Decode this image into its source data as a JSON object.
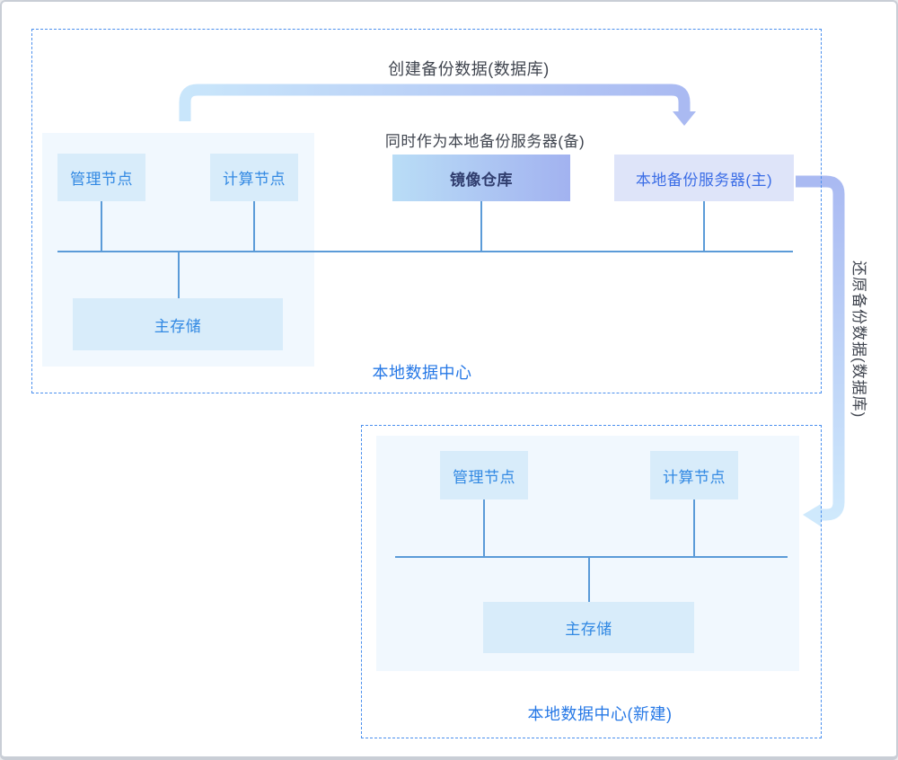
{
  "theme": {
    "canvas_bg": "#ffffff",
    "frame_border": "#c9ced6",
    "dashed_border": "#4a8fee",
    "panel_bg": "#f1f8fe",
    "node_bg": "#d8ecfa",
    "node_text": "#3289e3",
    "lavender_bg": "#dee4f9",
    "lavender_text": "#3b6de6",
    "repo_grad_from": "#b9ddf6",
    "repo_grad_to": "#a2b2f0",
    "repo_text": "#303d6e",
    "bus_line": "#5b9bd8",
    "caption_text": "#40454f",
    "dc_label_text": "#2678e6",
    "create_grad_from": "#c9e6fb",
    "create_grad_to": "#aabaf2",
    "restore_grad_from": "#aabaf2",
    "restore_grad_to": "#cfe9fc"
  },
  "flows": {
    "create_backup": "创建备份数据(数据库)",
    "restore_backup": "还原备份数据(数据库)",
    "dual_role_note": "同时作为本地备份服务器(备)"
  },
  "dc1": {
    "label": "本地数据中心",
    "nodes": {
      "mgmt": "管理节点",
      "compute": "计算节点",
      "image_repo": "镜像仓库",
      "backup_primary": "本地备份服务器(主)",
      "storage": "主存储"
    }
  },
  "dc2": {
    "label": "本地数据中心(新建)",
    "nodes": {
      "mgmt": "管理节点",
      "compute": "计算节点",
      "storage": "主存储"
    }
  }
}
